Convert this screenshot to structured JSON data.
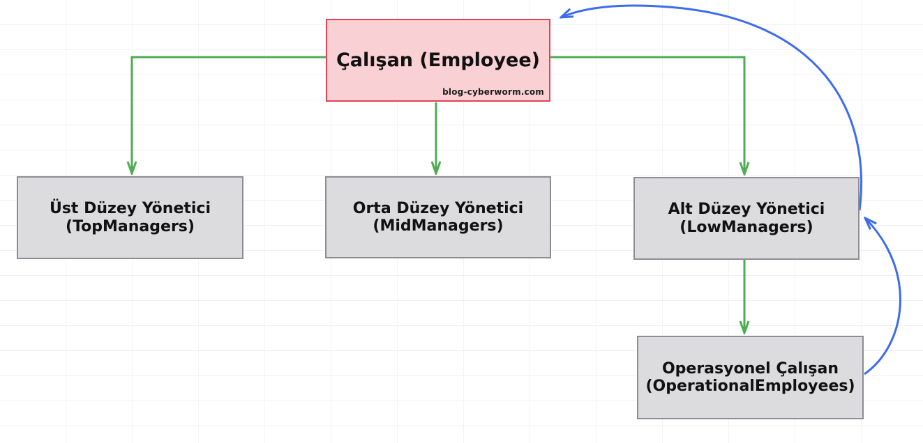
{
  "diagram": {
    "watermark": "blog-cyberworm.com",
    "nodes": {
      "employee": {
        "label": "Çalışan (Employee)"
      },
      "top_managers": {
        "line1": "Üst Düzey Yönetici",
        "line2": "(TopManagers)"
      },
      "mid_managers": {
        "line1": "Orta Düzey Yönetici",
        "line2": "(MidManagers)"
      },
      "low_managers": {
        "line1": "Alt Düzey Yönetici",
        "line2": "(LowManagers)"
      },
      "operational_employees": {
        "line1": "Operasyonel Çalışan",
        "line2": "(OperationalEmployees)"
      }
    },
    "edges": [
      {
        "from": "employee",
        "to": "top_managers",
        "style": "green-elbow-arrow"
      },
      {
        "from": "employee",
        "to": "mid_managers",
        "style": "green-straight-arrow"
      },
      {
        "from": "employee",
        "to": "low_managers",
        "style": "green-elbow-arrow"
      },
      {
        "from": "low_managers",
        "to": "operational_employees",
        "style": "green-straight-arrow"
      },
      {
        "from": "low_managers",
        "to": "employee",
        "style": "blue-curved-arrow"
      },
      {
        "from": "operational_employees",
        "to": "low_managers",
        "style": "blue-curved-arrow"
      }
    ]
  },
  "colors": {
    "employee-fill": "#f9d0d4",
    "employee-border": "#e04354",
    "node-fill": "#dcdcdf",
    "node-border": "#8d8d93",
    "edge-green": "#4cad52",
    "edge-blue": "#3d6bee",
    "grid-line": "#f0f0f2",
    "grid-line-v": "#f4f4f6",
    "text": "#111111"
  }
}
